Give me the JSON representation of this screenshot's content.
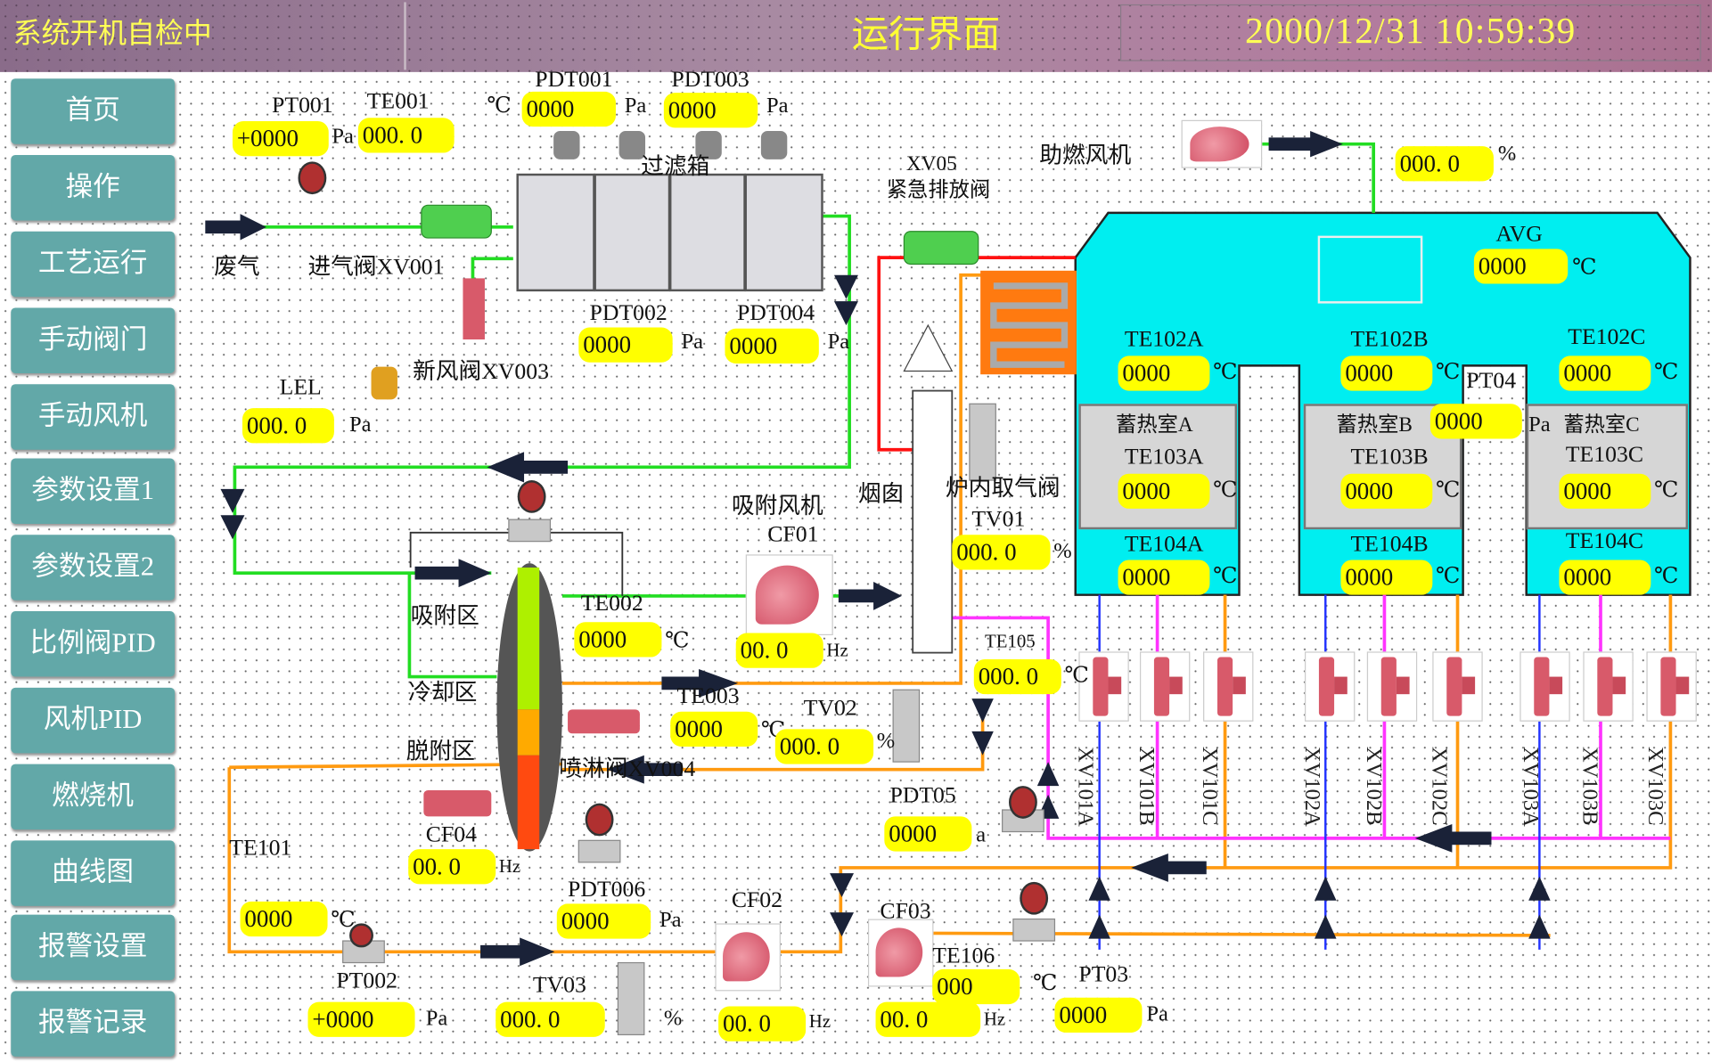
{
  "header": {
    "status": "系统开机自检中",
    "title": "运行界面",
    "datetime": "2000/12/31 10:59:39"
  },
  "nav": [
    "首页",
    "操作",
    "工艺运行",
    "手动阀门",
    "手动风机",
    "参数设置1",
    "参数设置2",
    "比例阀PID",
    "风机PID",
    "燃烧机",
    "曲线图",
    "报警设置",
    "报警记录"
  ],
  "colors": {
    "value_bg": "#ffff00",
    "furnace": "#00f0f0",
    "nav": "#62a8a8",
    "pipe_green": "#22dd22",
    "pipe_orange": "#ff9a10",
    "pipe_magenta": "#ff33ff",
    "pipe_blue": "#2233ff",
    "pipe_red": "#ff1111"
  },
  "p": {
    "pt001": {
      "label": "PT001",
      "value": "+0000",
      "unit": "Pa"
    },
    "te001": {
      "label": "TE001",
      "value": "000. 0",
      "unit": "℃"
    },
    "pdt001": {
      "label": "PDT001",
      "value": "0000",
      "unit": "Pa"
    },
    "pdt003": {
      "label": "PDT003",
      "value": "0000",
      "unit": "Pa"
    },
    "filter_box": "过滤箱",
    "waste_gas": "废气",
    "xv001": "进气阀XV001",
    "xv003": "新风阀XV003",
    "pdt002": {
      "label": "PDT002",
      "value": "0000",
      "unit": "Pa"
    },
    "pdt004": {
      "label": "PDT004",
      "value": "0000",
      "unit": "Pa"
    },
    "lel": {
      "label": "LEL",
      "value": "000. 0",
      "unit": "Pa"
    },
    "xv05": {
      "label": "XV05",
      "name": "紧急排放阀"
    },
    "combustion_fan": {
      "label": "助燃风机",
      "value": "000. 0",
      "unit": "%"
    },
    "avg": {
      "label": "AVG",
      "value": "0000",
      "unit": "℃"
    },
    "te102a": {
      "label": "TE102A",
      "value": "0000",
      "unit": "℃"
    },
    "te102b": {
      "label": "TE102B",
      "value": "0000",
      "unit": "℃"
    },
    "te102c": {
      "label": "TE102C",
      "value": "0000",
      "unit": "℃"
    },
    "pt04": {
      "label": "PT04",
      "value": "0000",
      "unit": "Pa"
    },
    "rooms": [
      "蓄热室A",
      "蓄热室B",
      "蓄热室C"
    ],
    "te103a": {
      "label": "TE103A",
      "value": "0000",
      "unit": "℃"
    },
    "te103b": {
      "label": "TE103B",
      "value": "0000",
      "unit": "℃"
    },
    "te103c": {
      "label": "TE103C",
      "value": "0000",
      "unit": "℃"
    },
    "te104a": {
      "label": "TE104A",
      "value": "0000",
      "unit": "℃"
    },
    "te104b": {
      "label": "TE104B",
      "value": "0000",
      "unit": "℃"
    },
    "te104c": {
      "label": "TE104C",
      "value": "0000",
      "unit": "℃"
    },
    "chimney": "烟囱",
    "furnace_valve": "炉内取气阀",
    "tv01": {
      "label": "TV01",
      "value": "000. 0",
      "unit": "%"
    },
    "cf01": {
      "label": "吸附风机",
      "id": "CF01",
      "value": "00. 0",
      "unit": "Hz"
    },
    "te002": {
      "label": "TE002",
      "value": "0000",
      "unit": "℃"
    },
    "zones": [
      "吸附区",
      "冷却区",
      "脱附区"
    ],
    "te105": {
      "label": "TE105",
      "value": "000. 0",
      "unit": "℃"
    },
    "te003": {
      "label": "TE003",
      "value": "0000",
      "unit": "℃"
    },
    "tv02": {
      "label": "TV02",
      "value": "000. 0",
      "unit": "%"
    },
    "xv004": "喷淋阀XV004",
    "pdt05": {
      "label": "PDT05",
      "value": "0000",
      "unit": "a"
    },
    "cf04": {
      "label": "CF04",
      "value": "00. 0",
      "unit": "Hz"
    },
    "te101": {
      "label": "TE101",
      "value": "0000",
      "unit": "℃"
    },
    "pdt006": {
      "label": "PDT006",
      "value": "0000",
      "unit": "Pa"
    },
    "cf02": {
      "label": "CF02",
      "value": "00. 0",
      "unit": "Hz"
    },
    "cf03": {
      "label": "CF03",
      "value": "00. 0",
      "unit": "Hz"
    },
    "te106": {
      "label": "TE106",
      "value": "000",
      "unit": "℃"
    },
    "pt03": {
      "label": "PT03",
      "value": "0000",
      "unit": "Pa"
    },
    "pt002": {
      "label": "PT002",
      "value": "+0000",
      "unit": "Pa"
    },
    "tv03": {
      "label": "TV03",
      "value": "000. 0",
      "unit": "%"
    },
    "valves": [
      "XV101A",
      "XV101B",
      "XV101C",
      "XV102A",
      "XV102B",
      "XV102C",
      "XV103A",
      "XV103B",
      "XV103C"
    ]
  }
}
